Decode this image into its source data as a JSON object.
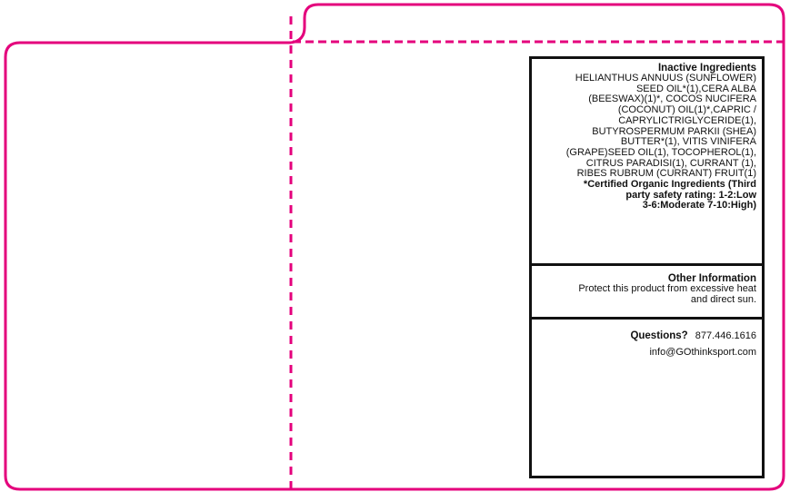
{
  "colors": {
    "dieline": "#e4007c",
    "text": "#111111"
  },
  "inactive": {
    "heading": "Inactive Ingredients",
    "lines": [
      "HELIANTHUS ANNUUS (SUNFLOWER)",
      "SEED OIL*(1),CERA ALBA",
      "(BEESWAX)(1)*, COCOS NUCIFERA",
      "(COCONUT) OIL(1)*,CAPRIC /",
      "CAPRYLICTRIGLYCERIDE(1),",
      "BUTYROSPERMUM PARKII (SHEA)",
      "BUTTER*(1), VITIS VINIFERA",
      "(GRAPE)SEED OIL(1), TOCOPHEROL(1),",
      "CITRUS PARADISI(1), CURRANT (1),",
      "RIBES RUBRUM (CURRANT) FRUIT(1)"
    ],
    "note_lines": [
      "*Certified Organic Ingredients (Third",
      "party safety rating: 1-2:Low",
      "3-6:Moderate 7-10:High)"
    ]
  },
  "other": {
    "heading": "Other Information",
    "lines": [
      "Protect this product from excessive heat",
      "and direct sun."
    ]
  },
  "questions": {
    "heading": "Questions?",
    "phone": "877.446.1616",
    "email": "info@GOthinksport.com"
  }
}
